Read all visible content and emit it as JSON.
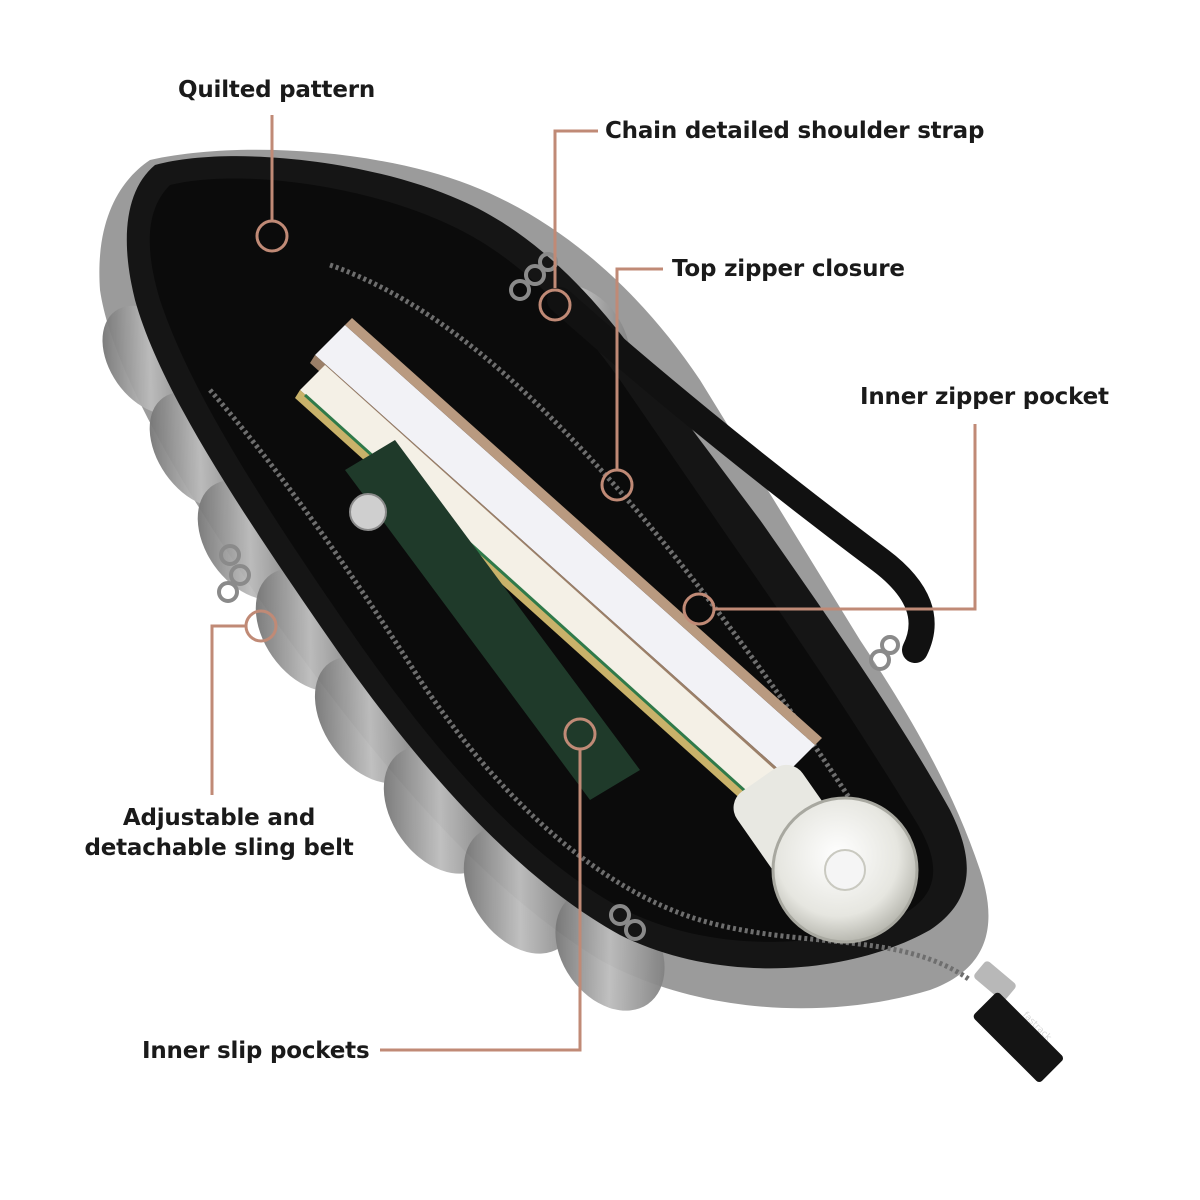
{
  "colors": {
    "background": "#ffffff",
    "callout_line": "#c08a76",
    "label_text": "#1a1a1a",
    "bag_black": "#151515",
    "quilt_grey": "#9a9a9a"
  },
  "callouts": {
    "quilted_pattern": "Quilted pattern",
    "chain_strap": "Chain detailed shoulder strap",
    "top_zipper": "Top zipper closure",
    "inner_zipper_pocket": "Inner zipper pocket",
    "sling_belt_line1": "Adjustable and",
    "sling_belt_line2": "detachable sling belt",
    "inner_slip_pockets": "Inner slip pockets"
  },
  "brand_tag": "fastrack"
}
